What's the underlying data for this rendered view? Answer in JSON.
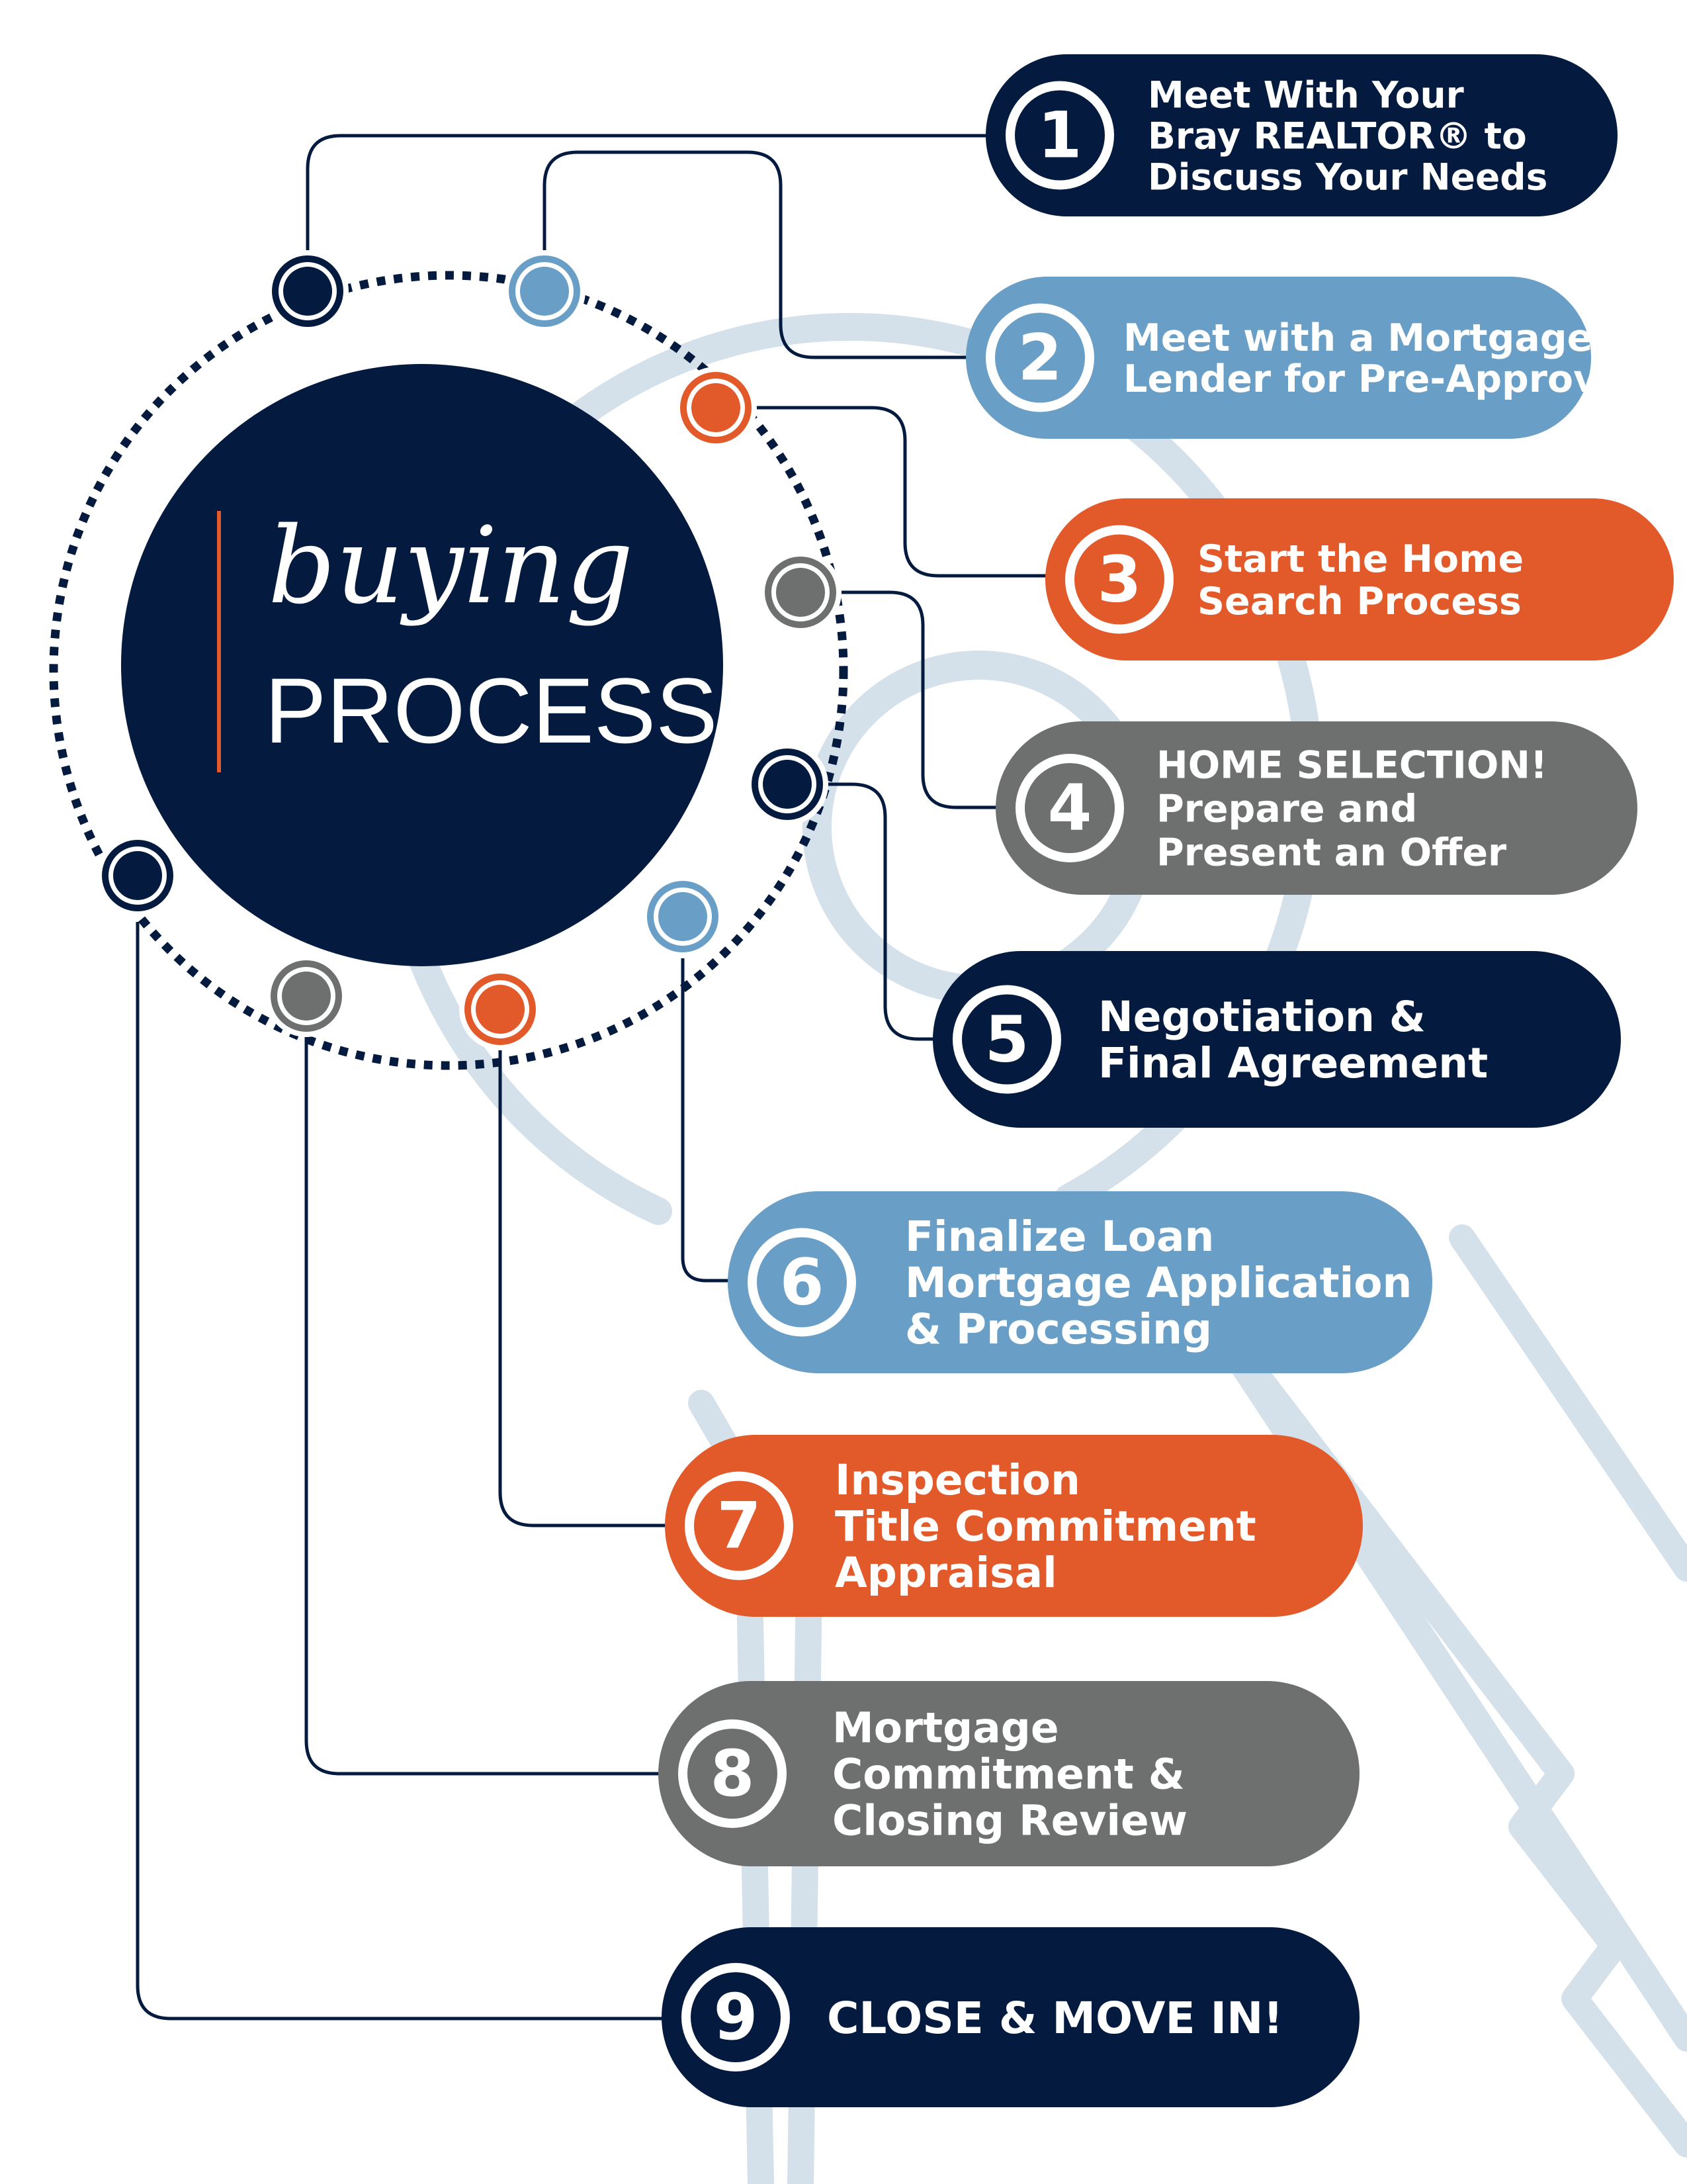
{
  "hub": {
    "line1": "buying",
    "line2": "PROCESS"
  },
  "colors": {
    "navy": "#041b3f",
    "blue": "#699fc7",
    "orange": "#e2592a",
    "gray": "#6e706f",
    "key": "#d4e1ea",
    "white": "#ffffff"
  },
  "steps": [
    {
      "number": "1",
      "color": "navy",
      "lines": [
        "Meet With Your",
        "Bray REALTOR® to",
        "Discuss Your Needs"
      ]
    },
    {
      "number": "2",
      "color": "blue",
      "lines": [
        "Meet with a Mortgage",
        "Lender for Pre-Approval"
      ]
    },
    {
      "number": "3",
      "color": "orange",
      "lines": [
        "Start the Home",
        "Search Process"
      ]
    },
    {
      "number": "4",
      "color": "gray",
      "lines": [
        "HOME SELECTION!",
        "Prepare and",
        "Present an Offer"
      ]
    },
    {
      "number": "5",
      "color": "navy",
      "lines": [
        "Negotiation &",
        "Final Agreement"
      ]
    },
    {
      "number": "6",
      "color": "blue",
      "lines": [
        "Finalize Loan",
        "Mortgage Application",
        "& Processing"
      ]
    },
    {
      "number": "7",
      "color": "orange",
      "lines": [
        "Inspection",
        "Title Commitment",
        "Appraisal"
      ]
    },
    {
      "number": "8",
      "color": "gray",
      "lines": [
        "Mortgage",
        "Commitment &",
        "Closing Review"
      ]
    },
    {
      "number": "9",
      "color": "navy",
      "lines": [
        "CLOSE & MOVE IN!"
      ]
    }
  ]
}
